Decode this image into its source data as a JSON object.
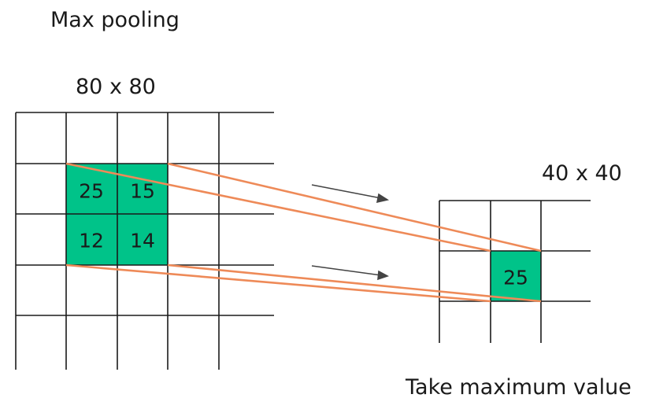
{
  "title": "Max pooling",
  "input_grid": {
    "size_label": "80 x 80",
    "highlight_values": [
      "25",
      "15",
      "12",
      "14"
    ]
  },
  "output_grid": {
    "size_label": "40 x 40",
    "value": "25"
  },
  "caption": "Take maximum value",
  "colors": {
    "highlight": "#00c389",
    "connector": "#ee8a58",
    "grid": "#1a1a1a",
    "arrow": "#444444",
    "text": "#1a1a1a"
  }
}
